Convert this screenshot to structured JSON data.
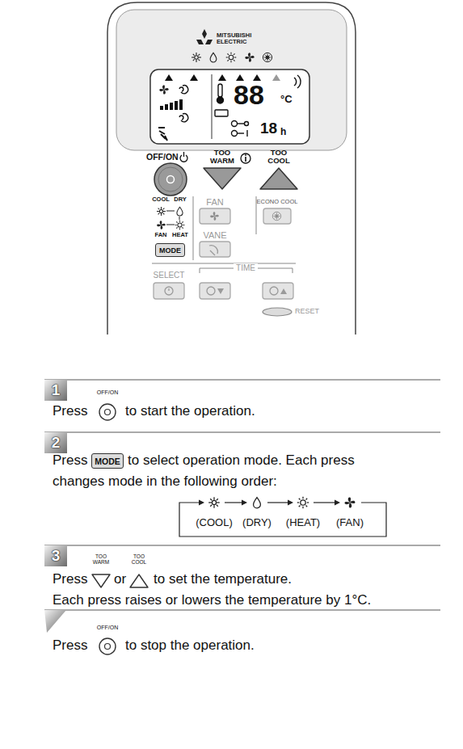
{
  "diagram": {
    "nodes": [
      {
        "text": [
          "MODE"
        ]
      },
      {
        "text": [
          "1"
        ]
      },
      {
        "text": [
          "2"
        ]
      },
      {
        "text": [
          "MODE"
        ]
      },
      {
        "text": [
          "3"
        ]
      }
    ],
    "labels": [
      "MITSUBISHI ELECTRIC",
      "88",
      "°C",
      "18",
      "h",
      "OFF/ON",
      "TOO WARM",
      "TOO COOL",
      "COOL",
      "DRY",
      "FAN",
      "HEAT",
      "FAN",
      "ECONO COOL",
      "VANE",
      "SELECT",
      "TIME",
      "RESET",
      "OFF/ON",
      "Press",
      "to start the operation.",
      "Press",
      "to select operation mode. Each press",
      "changes mode in the following order:",
      "(COOL)",
      "(DRY)",
      "(HEAT)",
      "(FAN)",
      "TOO WARM",
      "Press",
      "or",
      "TOO COOL",
      "to set the temperature.",
      "Each press raises or lowers the temperature by 1°C.",
      "OFF/ON",
      "Press",
      "to stop the operation."
    ]
  }
}
